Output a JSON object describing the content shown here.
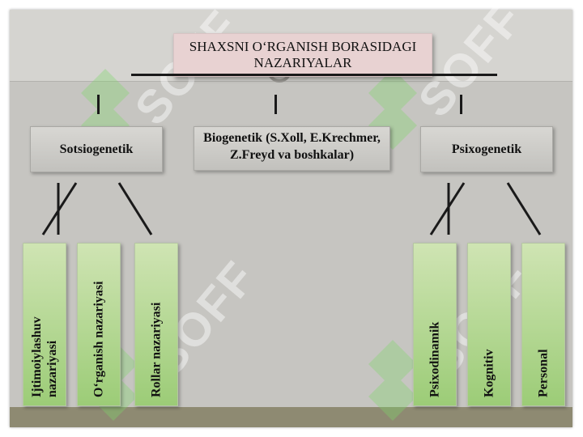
{
  "title": "SHAXSNI O‘RGANISH BORASIDAGI NAZARIYALAR",
  "categories": [
    {
      "label": "Sotsiogenetik"
    },
    {
      "label": "Biogenetik (S.Xoll, E.Krechmer, Z.Freyd va boshkalar)"
    },
    {
      "label": "Psixogenetik"
    }
  ],
  "left_branch": [
    {
      "label_line1": "Ijtimoiylashuv",
      "label_line2": "nazariyasi"
    },
    {
      "label_line1": "O‘rganish nazariyasi",
      "label_line2": ""
    },
    {
      "label_line1": "Rollar nazariyasi",
      "label_line2": ""
    }
  ],
  "right_branch": [
    {
      "label_line1": "Psixodinamik",
      "label_line2": ""
    },
    {
      "label_line1": "Kognitiv",
      "label_line2": ""
    },
    {
      "label_line1": "Personal",
      "label_line2": ""
    }
  ],
  "watermark_text": "SOFF",
  "colors": {
    "background": "#c6c5c1",
    "title_box": "#e8d2d2",
    "leaf_top": "#cfe4b3",
    "leaf_bottom": "#9ccc77",
    "bottom_strip": "#8e8a72"
  }
}
